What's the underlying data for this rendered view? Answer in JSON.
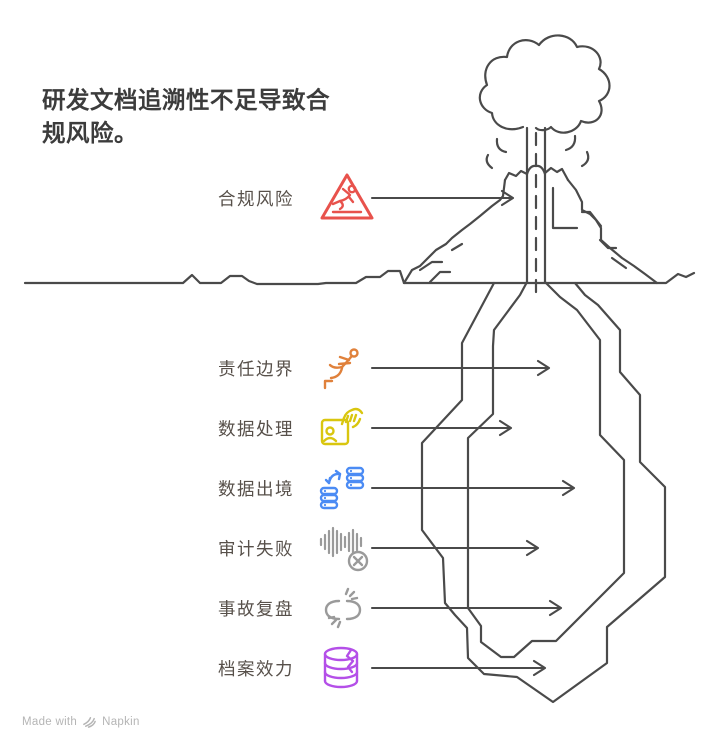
{
  "title": "研发文档追溯性不足导致合规风险。",
  "surface_label": {
    "text": "合规风险",
    "icon": "slip-warning-triangle-icon",
    "color": "#e8524c"
  },
  "root_labels": [
    {
      "text": "责任边界",
      "icon": "tripping-person-icon",
      "color": "#e0813b"
    },
    {
      "text": "数据处理",
      "icon": "id-card-hand-icon",
      "color": "#d9c60f"
    },
    {
      "text": "数据出境",
      "icon": "data-transfer-icon",
      "color": "#4b8bf4"
    },
    {
      "text": "审计失败",
      "icon": "audit-waveform-fail-icon",
      "color": "#9a9a9a"
    },
    {
      "text": "事故复盘",
      "icon": "broken-link-icon",
      "color": "#9a9a9a"
    },
    {
      "text": "档案效力",
      "icon": "cracked-database-icon",
      "color": "#b44fe8"
    }
  ],
  "footer": {
    "made_with": "Made with",
    "brand": "Napkin",
    "logo_icon": "napkin-logo-icon"
  },
  "colors": {
    "line_art": "#4a4a4a",
    "title_text": "#3c3c3c",
    "label_text": "#57504a",
    "footer_text": "#b5b5b5"
  }
}
